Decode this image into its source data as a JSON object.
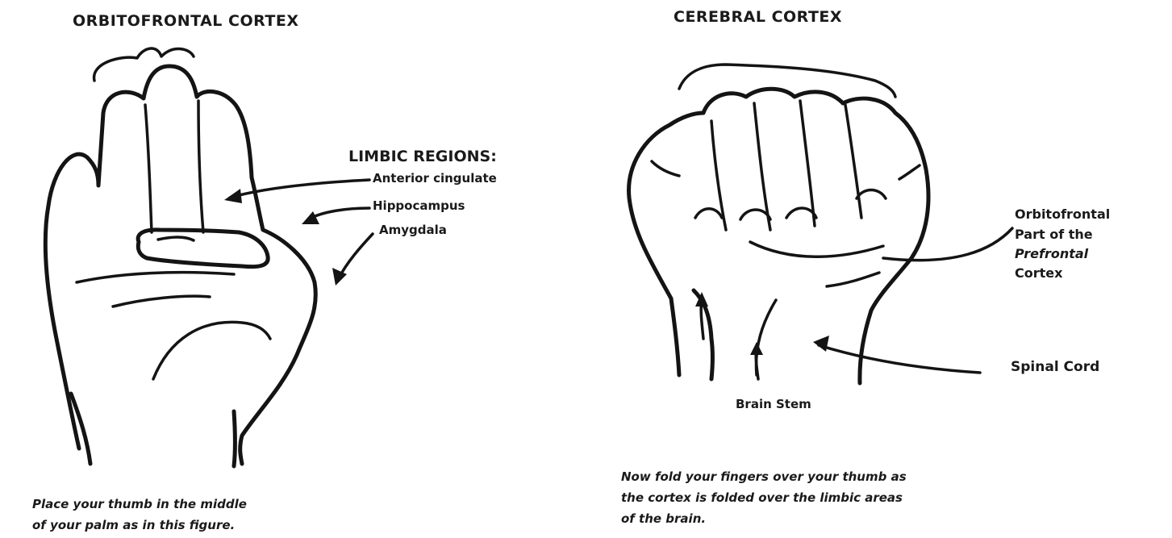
{
  "left_figure": {
    "title": "ORBITOFRONTAL CORTEX",
    "region_heading": "LIMBIC REGIONS:",
    "regions": [
      "Anterior cingulate",
      "Hippocampus",
      "Amygdala"
    ],
    "caption_line1": "Place your thumb in the middle",
    "caption_line2": "of your palm as in this figure."
  },
  "right_figure": {
    "title": "CEREBRAL CORTEX",
    "orbitofrontal_line1": "Orbitofrontal",
    "orbitofrontal_line2": "Part of the",
    "orbitofrontal_line3": "Prefrontal",
    "orbitofrontal_line4": "Cortex",
    "spinal_cord": "Spinal Cord",
    "brain_stem": "Brain Stem",
    "caption_line1": "Now fold your fingers over your thumb as",
    "caption_line2": "the cortex is folded over the limbic areas",
    "caption_line3": "of the brain."
  }
}
